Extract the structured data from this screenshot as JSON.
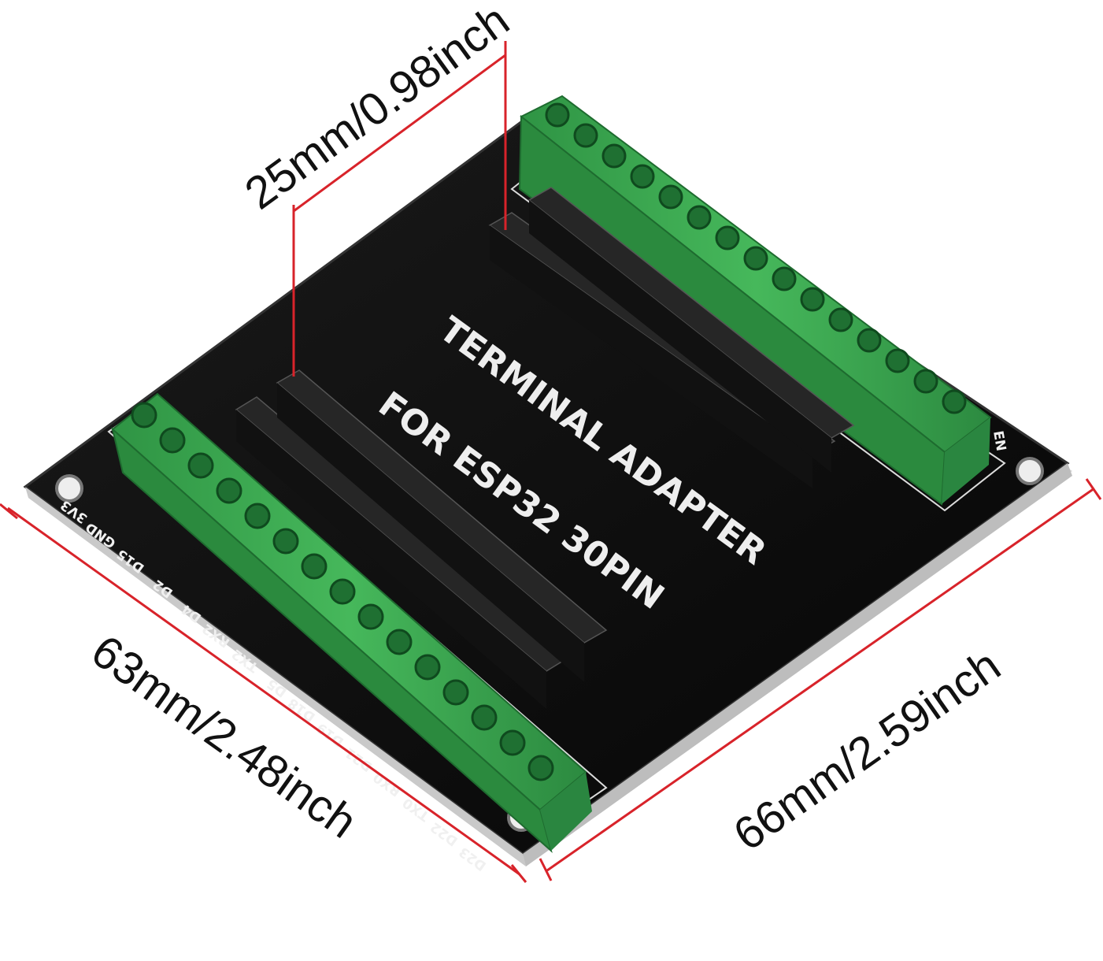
{
  "product": {
    "silkscreen_line1": "TERMINAL   ADAPTER",
    "silkscreen_line2": "FOR ESP32 30PIN",
    "edge_label": "EN"
  },
  "dimensions": {
    "top": "25mm/0.98inch",
    "left": "63mm/2.48inch",
    "right": "66mm/2.59inch"
  },
  "pin_labels": [
    "3V3",
    "GND",
    "D15",
    "D2",
    "D4",
    "RX2",
    "TX2",
    "D5",
    "D18",
    "D19",
    "D21",
    "RX0",
    "TX0",
    "D22",
    "D23"
  ],
  "colors": {
    "pcb": "#0d0d0d",
    "pcb_edge": "#2a2a2a",
    "terminal_green": "#3fae55",
    "terminal_dark": "#247a36",
    "header_black": "#161616",
    "dimension_red": "#d8232a"
  }
}
